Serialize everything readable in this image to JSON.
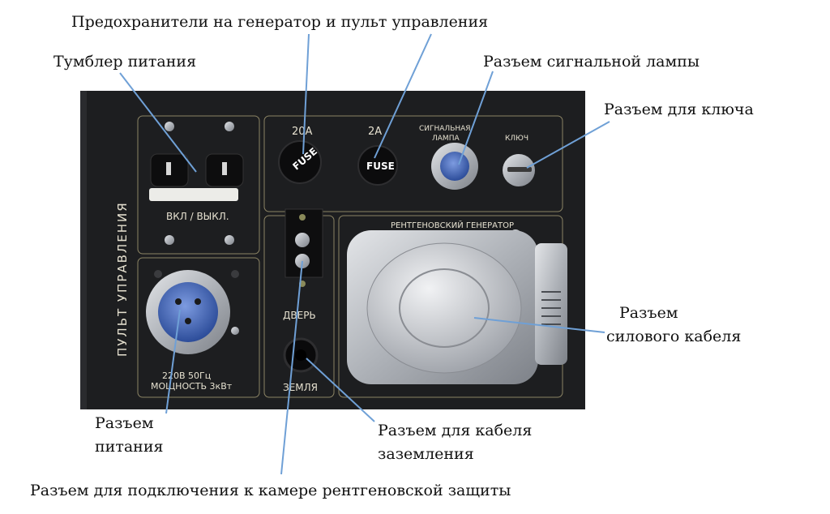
{
  "colors": {
    "leader_line": "#6fa0d6",
    "panel": "#1d1e20",
    "panel_label": "#e6e1d0",
    "connector_blue": "#4a6fc0",
    "metal": "#b9bcc2"
  },
  "callouts": {
    "fuses": "Предохранители на генератор и пульт управления",
    "power_switch": "Тумблер питания",
    "signal_lamp": "Разъем сигнальной лампы",
    "key": "Разъем для ключа",
    "power_cable_1": "Разъем",
    "power_cable_2": "силового кабеля",
    "power_input_1": "Разъем",
    "power_input_2": "питания",
    "ground_1": "Разъем для кабеля",
    "ground_2": "заземления",
    "chamber": "Разъем для подключения к камере рентгеновской защиты"
  },
  "panel": {
    "title": "ПУЛЬТ УПРАВЛЕНИЯ",
    "fuse_20a": "20A",
    "fuse_2a": "2A",
    "fuse_word": "FUSE",
    "lamp_1": "СИГНАЛЬНАЯ",
    "lamp_2": "ЛАМПА",
    "key": "КЛЮЧ",
    "on_off": "ВКЛ / ВЫКЛ.",
    "generator": "РЕНТГЕНОВСКИЙ ГЕНЕРАТОР",
    "door": "ДВЕРЬ",
    "ground": "ЗЕМЛЯ",
    "power_spec_1": "220В 50Гц",
    "power_spec_2": "МОЩНОСТЬ 3кВт"
  }
}
